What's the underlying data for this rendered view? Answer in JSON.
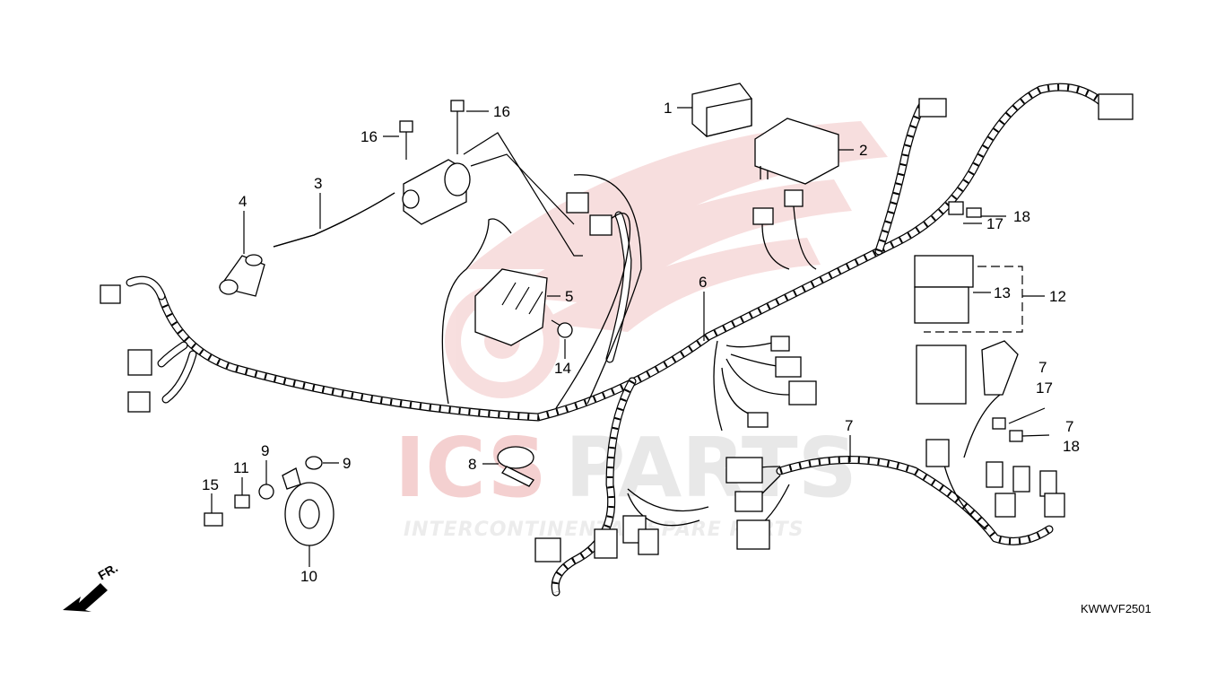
{
  "diagram": {
    "figure_code": "KWWVF2501",
    "direction_label": "FR.",
    "watermark": {
      "main_a": "ICS",
      "main_b": "PARTS",
      "sub": "INTERCONTINENTAL SPARE PARTS"
    },
    "callouts": {
      "c1": "1",
      "c2": "2",
      "c3": "3",
      "c4": "4",
      "c5": "5",
      "c6": "6",
      "c7a": "7",
      "c7b": "7",
      "c7c": "7",
      "c8": "8",
      "c9a": "9",
      "c9b": "9",
      "c10": "10",
      "c11": "11",
      "c12": "12",
      "c13": "13",
      "c14": "14",
      "c15": "15",
      "c16a": "16",
      "c16b": "16",
      "c17a": "17",
      "c17b": "17",
      "c18a": "18",
      "c18b": "18"
    },
    "colors": {
      "watermark_red": "#f2c4c4",
      "watermark_gray": "#e8e8e8"
    }
  }
}
